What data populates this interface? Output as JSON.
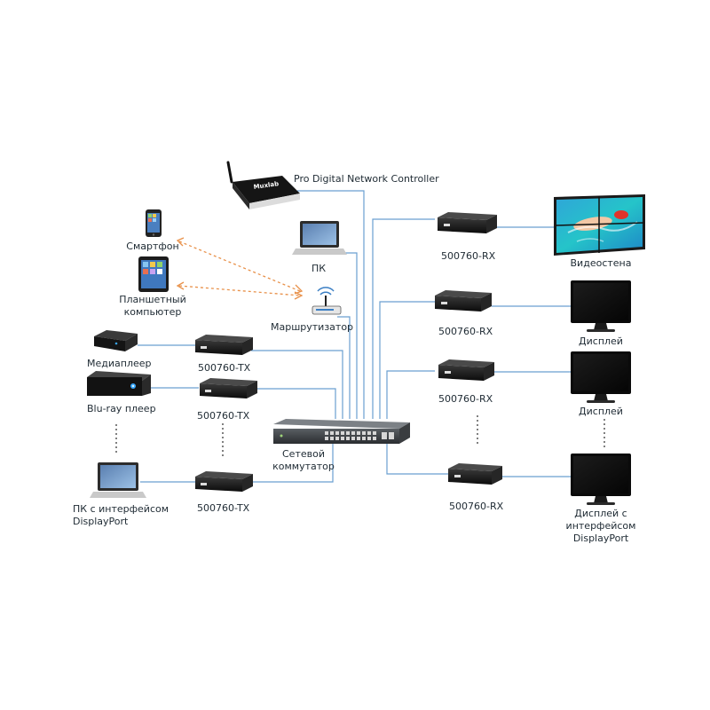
{
  "colors": {
    "wire": "#6a9fd0",
    "wifi": "#e8914a"
  },
  "icons": [
    "router-with-antenna-icon",
    "smartphone-icon",
    "tablet-icon",
    "laptop-icon",
    "wifi-router-icon",
    "media-player-icon",
    "bluray-player-icon",
    "network-switch-icon",
    "extender-box-icon",
    "video-wall-icon",
    "monitor-icon"
  ],
  "labels": {
    "controller": "Pro Digital Network Controller",
    "controller_brand": "Muxlab",
    "pc": "ПК",
    "smartphone": "Смартфон",
    "tablet": "Планшетный\nкомпьютер",
    "router": "Маршрутизатор",
    "media_player": "Медиаплеер",
    "bluray": "Blu-ray плеер",
    "pc_dp": "ПК с интерфейсом\nDisplayPort",
    "tx1": "500760-TX",
    "tx2": "500760-TX",
    "tx3": "500760-TX",
    "switch": "Сетевой\nкоммутатор",
    "rx1": "500760-RX",
    "rx2": "500760-RX",
    "rx3": "500760-RX",
    "rx4": "500760-RX",
    "videowall": "Видеостена",
    "display1": "Дисплей",
    "display2": "Дисплей",
    "display_dp": "Дисплей с\nинтерфейсом\nDisplayPort"
  }
}
